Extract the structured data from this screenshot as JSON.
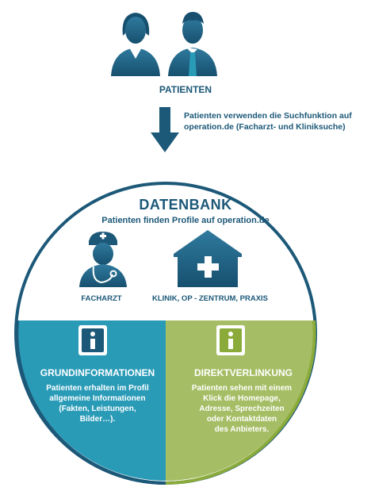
{
  "patients": {
    "label": "PATIENTEN"
  },
  "arrow_note": {
    "line1": "Patienten verwenden die Suchfunktion auf",
    "line2": "operation.de (Facharzt- und Kliniksuche)"
  },
  "database": {
    "title": "DATENBANK",
    "subtitle": "Patienten finden Profile auf operation.de",
    "facharzt_label": "FACHARZT",
    "klinik_label": "KLINIK, OP - ZENTRUM, PRAXIS"
  },
  "grundinformationen": {
    "title": "GRUNDINFORMATIONEN",
    "lines": [
      "Patienten erhalten im Profil",
      "allgemeine Informationen",
      "(Fakten, Leistungen,",
      "Bilder…)."
    ]
  },
  "direktverlinkung": {
    "title": "DIREKTVERLINKUNG",
    "lines": [
      "Patienten sehen mit einem",
      "Klick die Homepage,",
      "Adresse, Sprechzeiten",
      "oder Kontaktdaten",
      "des Anbieters."
    ]
  },
  "colors": {
    "navy": "#1c5878",
    "teal": "#2a9bb7",
    "green": "#a5bd64",
    "green_ring": "#8aab3a"
  },
  "icons": [
    "woman-user-icon",
    "man-user-icon",
    "down-arrow-icon",
    "doctor-icon",
    "clinic-house-icon",
    "info-icon"
  ]
}
